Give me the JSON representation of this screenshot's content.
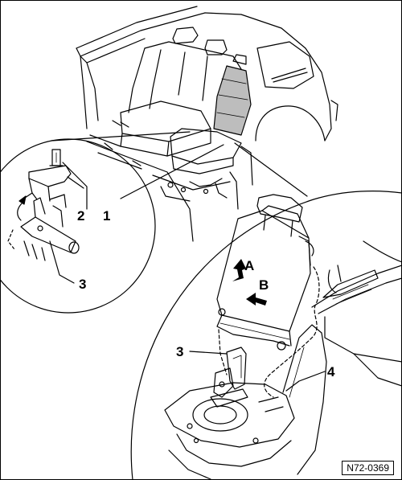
{
  "callouts": {
    "one": "1",
    "two": "2",
    "three_detail": "3",
    "three_main": "3",
    "four": "4"
  },
  "direction_arrows": {
    "a": "A",
    "b": "B"
  },
  "figure_id": "N72-0369",
  "colors": {
    "line": "#000000",
    "background": "#ffffff",
    "highlight": "#bdbdbd"
  }
}
